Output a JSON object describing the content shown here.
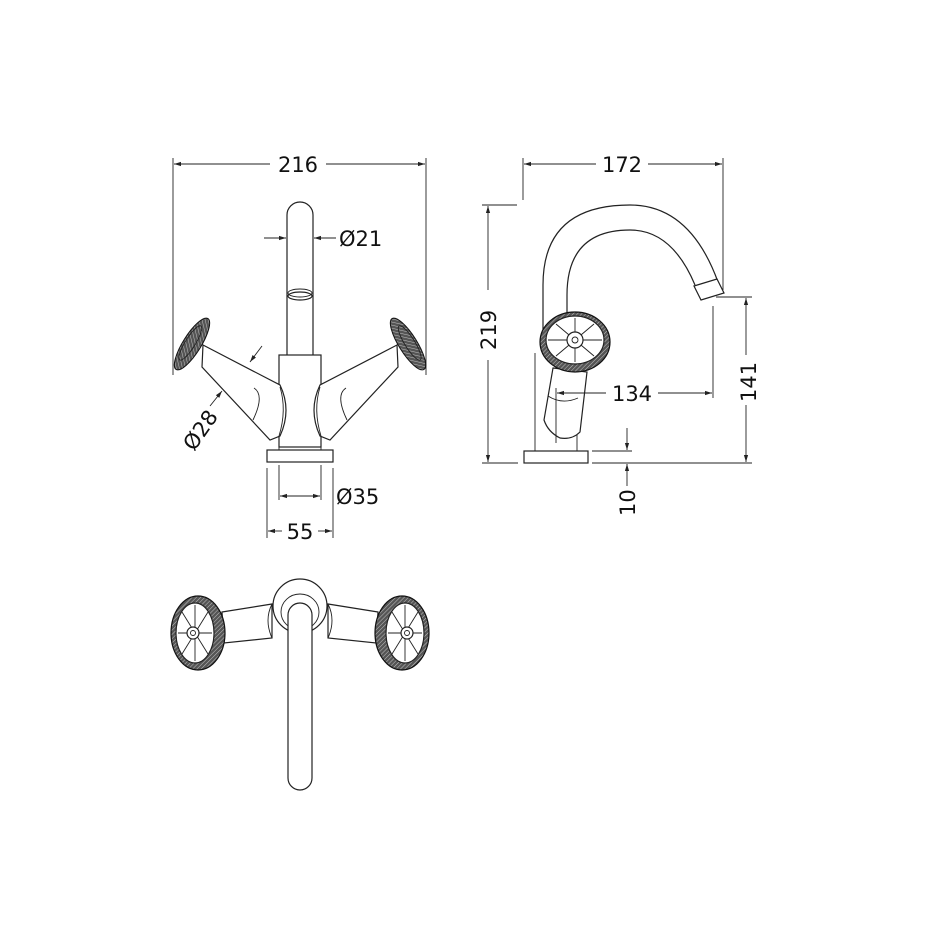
{
  "drawing": {
    "subject": "Basin mixer tap with wheel handles - technical dimension drawing",
    "views": {
      "front": {
        "dimensions": {
          "overall_width": "216",
          "spout_diameter": "Ø21",
          "handle_body_diameter": "Ø28",
          "base_diameter": "Ø35",
          "base_width": "55"
        }
      },
      "side": {
        "dimensions": {
          "spout_projection": "172",
          "overall_height": "219",
          "spout_reach": "134",
          "spout_outlet_height": "141",
          "base_thickness": "10"
        }
      },
      "top": {
        "dimensions": {}
      }
    },
    "colors": {
      "line": "#222222",
      "background": "#ffffff"
    }
  }
}
